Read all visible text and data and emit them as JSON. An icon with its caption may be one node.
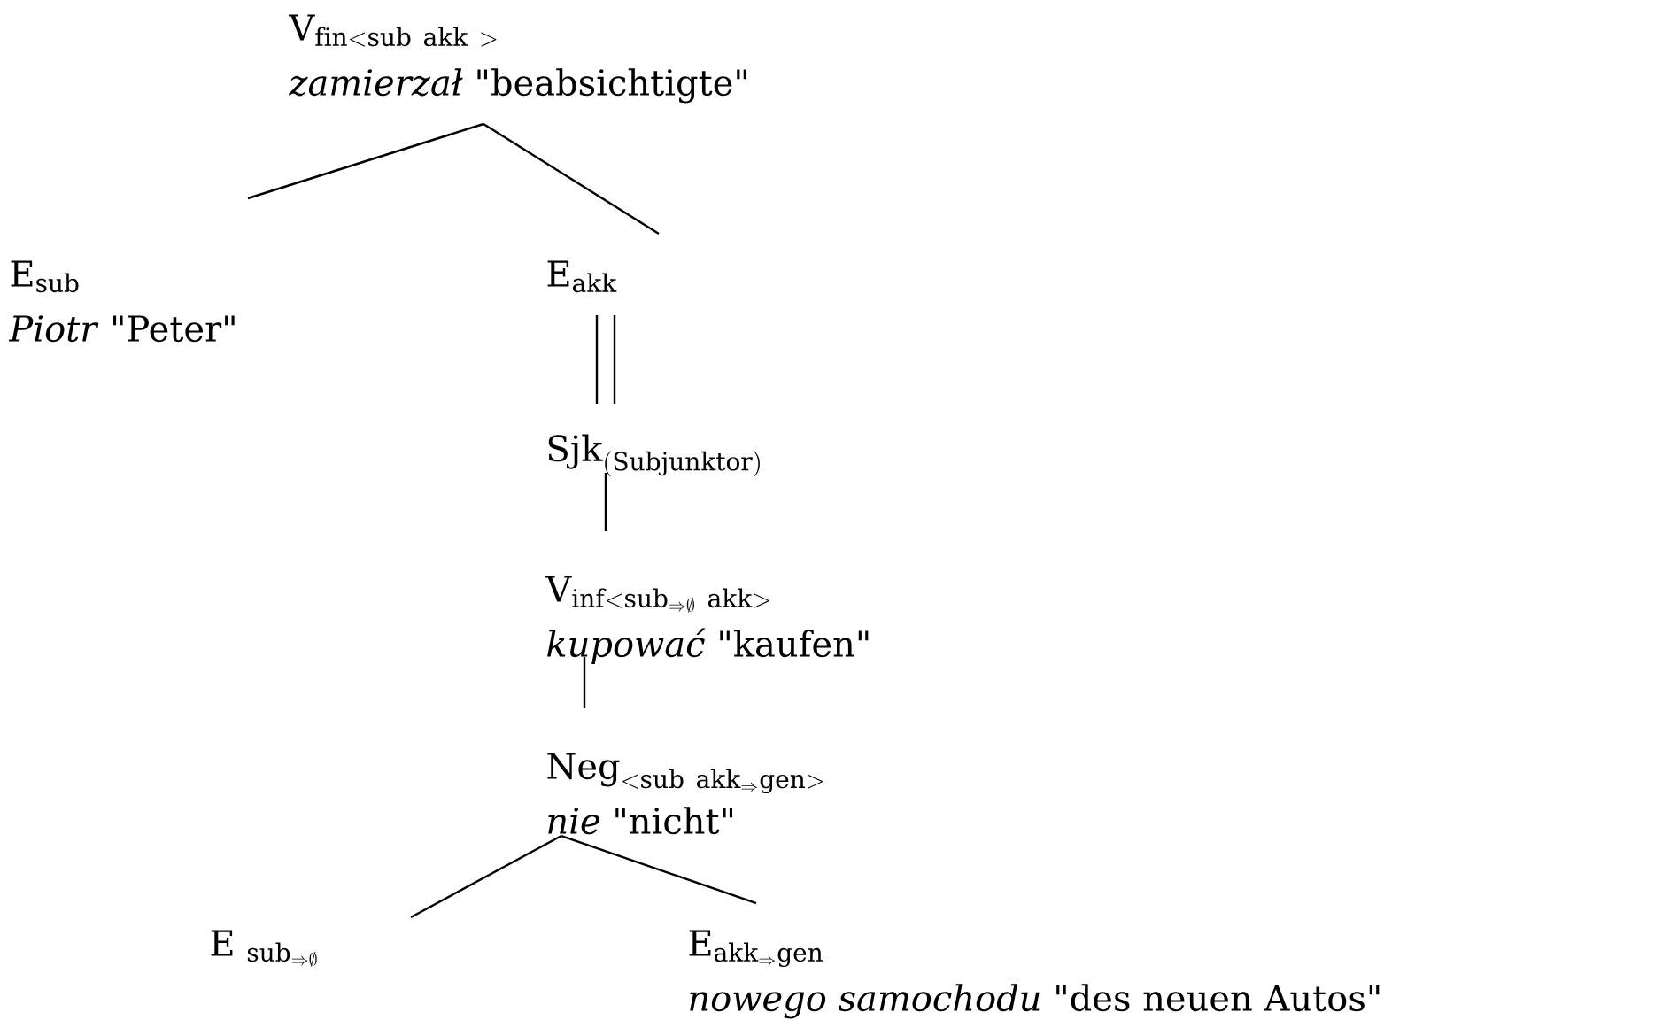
{
  "diagram": {
    "nodes": [
      {
        "text": [
          "\\mathrm{V}_{\\mathrm{fin{<}sub\\ akk\\ {>}}}",
          "*zamierzał* \"beabsichtigte\""
        ]
      },
      {
        "text": [
          "\\mathrm{E}_{\\mathrm{sub}}",
          "*Piotr* \"Peter\""
        ]
      },
      {
        "text": [
          "\\mathrm{E}_{\\mathrm{akk}}"
        ]
      },
      {
        "text": [
          "\\mathrm{Sjk}_{\\mathrm{(Subjunktor)}}"
        ]
      },
      {
        "text": [
          "\\mathrm{V}_{\\mathrm{inf{<}sub}_{\\Rightarrow\\emptyset}\\ \\mathrm{akk{>}}}",
          "*kupować* \"kaufen\""
        ]
      },
      {
        "text": [
          "\\mathrm{Neg}_{\\mathrm{{<}sub\\ akk}_{\\Rightarrow}\\mathrm{gen{>}}}",
          "*nie* \"nicht\""
        ]
      },
      {
        "text": [
          "\\mathrm{E}\\ _{\\mathrm{sub}_{\\Rightarrow\\emptyset}}"
        ]
      },
      {
        "text": [
          "\\mathrm{E}_{\\mathrm{akk}_{\\Rightarrow}\\mathrm{gen}}",
          "*nowego samochodu* \"des neuen Autos\""
        ]
      }
    ],
    "edges": [
      {
        "from": 0,
        "to": 1,
        "arrow": "none"
      },
      {
        "from": 0,
        "to": 2,
        "arrow": "none"
      },
      {
        "from": 2,
        "to": 3,
        "arrow": "none"
      },
      {
        "from": 2,
        "to": 3,
        "arrow": "none"
      },
      {
        "from": 3,
        "to": 4,
        "arrow": "none"
      },
      {
        "from": 4,
        "to": 5,
        "arrow": "none"
      },
      {
        "from": 5,
        "to": 6,
        "arrow": "none"
      },
      {
        "from": 5,
        "to": 7,
        "arrow": "none"
      }
    ]
  }
}
